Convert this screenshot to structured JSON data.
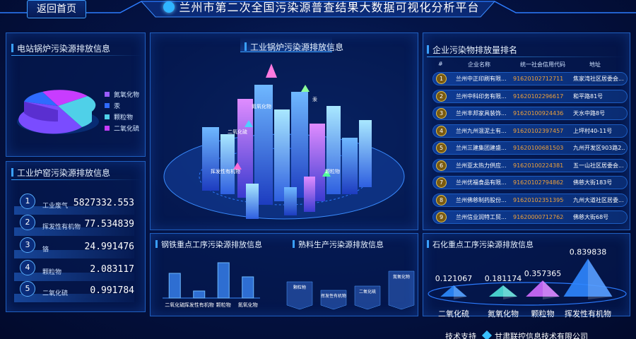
{
  "header": {
    "back_label": "返回首页",
    "title": "兰州市第二次全国污染源普查结果大数据可视化分析平台"
  },
  "boiler_panel": {
    "title": "电站锅炉污染源排放信息",
    "legend": [
      {
        "label": "氮氧化物",
        "color": "#9b5cff"
      },
      {
        "label": "汞",
        "color": "#2f6bff"
      },
      {
        "label": "颗粒物",
        "color": "#4fd0e8"
      },
      {
        "label": "二氧化硫",
        "color": "#c83cff"
      }
    ]
  },
  "kiln_panel": {
    "title": "工业炉窑污染源排放信息",
    "rows": [
      {
        "rank": "1",
        "label": "工业废气",
        "value": "5827332.553"
      },
      {
        "rank": "2",
        "label": "挥发性有机物",
        "value": "77.534839"
      },
      {
        "rank": "3",
        "label": "铬",
        "value": "24.991476"
      },
      {
        "rank": "4",
        "label": "颗粒物",
        "value": "2.083117"
      },
      {
        "rank": "5",
        "label": "二氧化硫",
        "value": "0.991784"
      }
    ]
  },
  "center_panel": {
    "title": "工业锅炉污染源排放信息",
    "city_labels": [
      "氮氧化物",
      "二氧化硫",
      "挥发性有机物",
      "颗粒物",
      "汞"
    ]
  },
  "ranking_panel": {
    "title": "企业污染物排放量排名",
    "columns": [
      "#",
      "企业名称",
      "统一社会信用代码",
      "地址"
    ],
    "rows": [
      {
        "no": "1",
        "name": "兰州中正印刷有限...",
        "code": "91620102712711 0...",
        "addr": "焦家湾社区居委会..."
      },
      {
        "no": "2",
        "name": "兰州中科印务有限...",
        "code": "916201022966179...",
        "addr": "和平路81号"
      },
      {
        "no": "3",
        "name": "兰州丰邦家具装饰...",
        "code": "916201009244368...",
        "addr": "天水中路8号"
      },
      {
        "no": "4",
        "name": "兰州九州混泥土有...",
        "code": "916201023974577...",
        "addr": "上坪村40-11号"
      },
      {
        "no": "5",
        "name": "兰州三建集团建盛...",
        "code": "916201006815036...",
        "addr": "九州开发区903路2..."
      },
      {
        "no": "6",
        "name": "兰州亚太热力供应...",
        "code": "916201002243813...",
        "addr": "五一山社区居委会..."
      },
      {
        "no": "7",
        "name": "兰州优福食品有限...",
        "code": "916201027948625...",
        "addr": "佛慈大街183号"
      },
      {
        "no": "8",
        "name": "兰州佛慈制药股份...",
        "code": "916201023513950...",
        "addr": "九州大道社区居委..."
      },
      {
        "no": "9",
        "name": "兰州信业润特工贸...",
        "code": "916200007127624...",
        "addr": "佛慈大街68号"
      }
    ]
  },
  "steel_panel": {
    "title": "钢铁重点工序污染源排放信息",
    "chart_data": {
      "type": "bar",
      "categories": [
        "二氧化硫",
        "挥发性有机物",
        "颗粒物",
        "氮氧化物"
      ],
      "values": [
        0.7,
        0.2,
        1.0,
        0.6
      ],
      "xlabel": "",
      "ylabel": ""
    }
  },
  "clinker_panel": {
    "title": "熟料生产污染源排放信息",
    "chart_data": {
      "type": "bar",
      "categories": [
        "颗粒物",
        "挥发性有机物",
        "二氧化硫",
        "氮氧化物"
      ],
      "values": [
        0.55,
        0.35,
        0.45,
        0.8
      ]
    }
  },
  "petro_panel": {
    "title": "石化重点工序污染源排放信息",
    "chart_data": {
      "type": "bar",
      "categories": [
        "二氧化硫",
        "氮氧化物",
        "颗粒物",
        "挥发性有机物"
      ],
      "values": [
        0.121067,
        0.181174,
        0.357365,
        0.839838
      ],
      "colors": [
        "#2e8cff",
        "#4fe0d8",
        "#d26cff",
        "#2f86ff"
      ]
    }
  },
  "footer": {
    "support": "技术支持",
    "company": "甘肃联控信息技术有限公司"
  }
}
